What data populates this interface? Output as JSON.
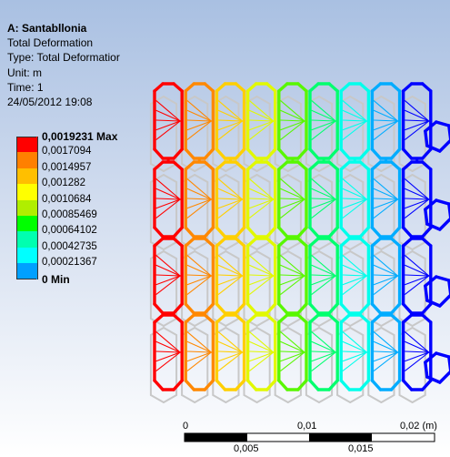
{
  "result_info": {
    "title": "A: Santabllonia",
    "line1": "Total Deformation",
    "line2": "Type: Total Deformatior",
    "line3": "Unit: m",
    "line4": "Time: 1",
    "line5": "24/05/2012 19:08"
  },
  "legend": {
    "entries": [
      {
        "label": "0,0019231 Max",
        "color": "#ff0000",
        "bold": true
      },
      {
        "label": "0,0017094",
        "color": "#ff8000",
        "bold": false
      },
      {
        "label": "0,0014957",
        "color": "#ffbf00",
        "bold": false
      },
      {
        "label": "0,001282",
        "color": "#ffff00",
        "bold": false
      },
      {
        "label": "0,0010684",
        "color": "#b0ee00",
        "bold": false
      },
      {
        "label": "0,00085469",
        "color": "#00ff00",
        "bold": false
      },
      {
        "label": "0,00064102",
        "color": "#00ffb0",
        "bold": false
      },
      {
        "label": "0,00042735",
        "color": "#00ffff",
        "bold": false
      },
      {
        "label": "0,00021367",
        "color": "#00a0ff",
        "bold": false
      },
      {
        "label": "0 Min",
        "color": "#0000ff",
        "bold": true
      }
    ]
  },
  "scale_bar": {
    "top_labels": [
      "0",
      "0,01",
      "0,02 (m)"
    ],
    "bottom_labels": [
      "0,005",
      "0,015"
    ]
  },
  "colors": {
    "background_top": "#a9c0e2",
    "undeformed_ghost": "#c8c8c8"
  }
}
